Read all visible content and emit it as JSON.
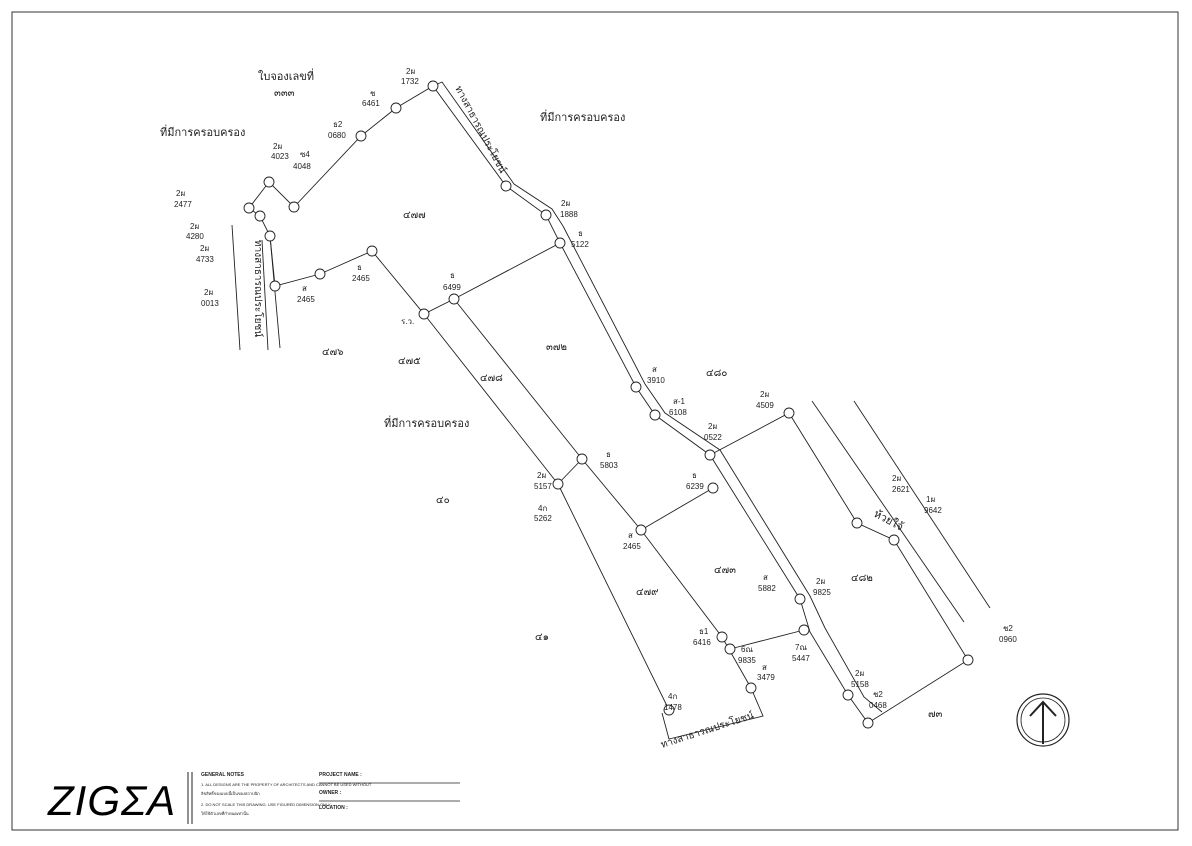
{
  "title_block": {
    "logo": "ZIGΣA",
    "general_notes_title": "GENERAL NOTES",
    "note1_en": "1. ALL DESIGNS ARE THE PROPERTY OF ARCHITECTS AND CANNOT BE USED WITHOUT",
    "note1_th": "ลิขสิทธิ์ของแบบนี้เป็นของสถาปนิก",
    "note2_en": "2. DO NOT SCALE THIS DRAWING. USE FIGURED DIMENSION ONLY.",
    "note2_th": "ให้ใช้ตัวเลขที่กำหนดเท่านั้น",
    "project_name_label": "PROJECT NAME :",
    "owner_label": "OWNER :",
    "location_label": "LOCATION :"
  },
  "labels": {
    "reserve_title": "ใบจองเลขที่",
    "reserve_no": "๓๓๓",
    "possessed_1": "ที่มีการครอบครอง",
    "possessed_2": "ที่มีการครอบครอง",
    "possessed_3": "ที่มีการครอบครอง",
    "public_road_1": "ทางสาธารณประโยชน์",
    "public_road_2": "ทางสาธารณประโยชน์",
    "public_road_3": "ทางสาธารณประโยชน์",
    "creek": "ห้วยใจ้"
  },
  "parcels": [
    "๔๗๗",
    "๔๗๖",
    "๔๗๕",
    "๔๗๘",
    "๓๗๒",
    "๔๘๐",
    "๔๐",
    "๔๗๓",
    "๔๗๙",
    "๔๘๒",
    "๔๑",
    "๗๓"
  ],
  "points": [
    {
      "id": "p1",
      "a": "2ผ",
      "b": "1732"
    },
    {
      "id": "p2",
      "a": "ช",
      "b": "6461"
    },
    {
      "id": "p3",
      "a": "ธ2",
      "b": "0680"
    },
    {
      "id": "p4",
      "a": "ซ4",
      "b": "4048"
    },
    {
      "id": "p5",
      "a": "2ผ",
      "b": "4023"
    },
    {
      "id": "p6",
      "a": "2ผ",
      "b": "2477"
    },
    {
      "id": "p7",
      "a": "2ผ",
      "b": "4280"
    },
    {
      "id": "p8",
      "a": "2ผ",
      "b": "4733"
    },
    {
      "id": "p9",
      "a": "2ผ",
      "b": "0013"
    },
    {
      "id": "p10",
      "a": "ส",
      "b": "2465"
    },
    {
      "id": "p11",
      "a": "ธ",
      "b": "2465"
    },
    {
      "id": "p12",
      "a": "2ผ",
      "b": "1888"
    },
    {
      "id": "p13",
      "a": "ธ",
      "b": "5122"
    },
    {
      "id": "p14",
      "a": "ธ",
      "b": "6499"
    },
    {
      "id": "p15",
      "a": "ร.ว.",
      "b": ""
    },
    {
      "id": "p16",
      "a": "ส",
      "b": "3910"
    },
    {
      "id": "p17",
      "a": "ส-1",
      "b": "6108"
    },
    {
      "id": "p18",
      "a": "2ผ",
      "b": "4509"
    },
    {
      "id": "p19",
      "a": "2ผ",
      "b": "0522"
    },
    {
      "id": "p20",
      "a": "ธ",
      "b": "5803"
    },
    {
      "id": "p21",
      "a": "2ผ",
      "b": "5157"
    },
    {
      "id": "p22",
      "a": "4ก",
      "b": "5262"
    },
    {
      "id": "p23",
      "a": "ธ",
      "b": "6239"
    },
    {
      "id": "p24",
      "a": "ส",
      "b": "2465"
    },
    {
      "id": "p25",
      "a": "2ผ",
      "b": "2621"
    },
    {
      "id": "p26",
      "a": "1ผ",
      "b": "9642"
    },
    {
      "id": "p27",
      "a": "ส",
      "b": "5882"
    },
    {
      "id": "p28",
      "a": "2ผ",
      "b": "9825"
    },
    {
      "id": "p29",
      "a": "ธ1",
      "b": "6416"
    },
    {
      "id": "p30",
      "a": "6ณ",
      "b": "9835"
    },
    {
      "id": "p31",
      "a": "7ณ",
      "b": "5447"
    },
    {
      "id": "p32",
      "a": "ส",
      "b": "3479"
    },
    {
      "id": "p33",
      "a": "ช2",
      "b": "0960"
    },
    {
      "id": "p34",
      "a": "2ผ",
      "b": "5158"
    },
    {
      "id": "p35",
      "a": "ช2",
      "b": "0468"
    },
    {
      "id": "p36",
      "a": "4ก",
      "b": "1478"
    }
  ],
  "icons": {
    "north": "north-arrow-icon"
  }
}
